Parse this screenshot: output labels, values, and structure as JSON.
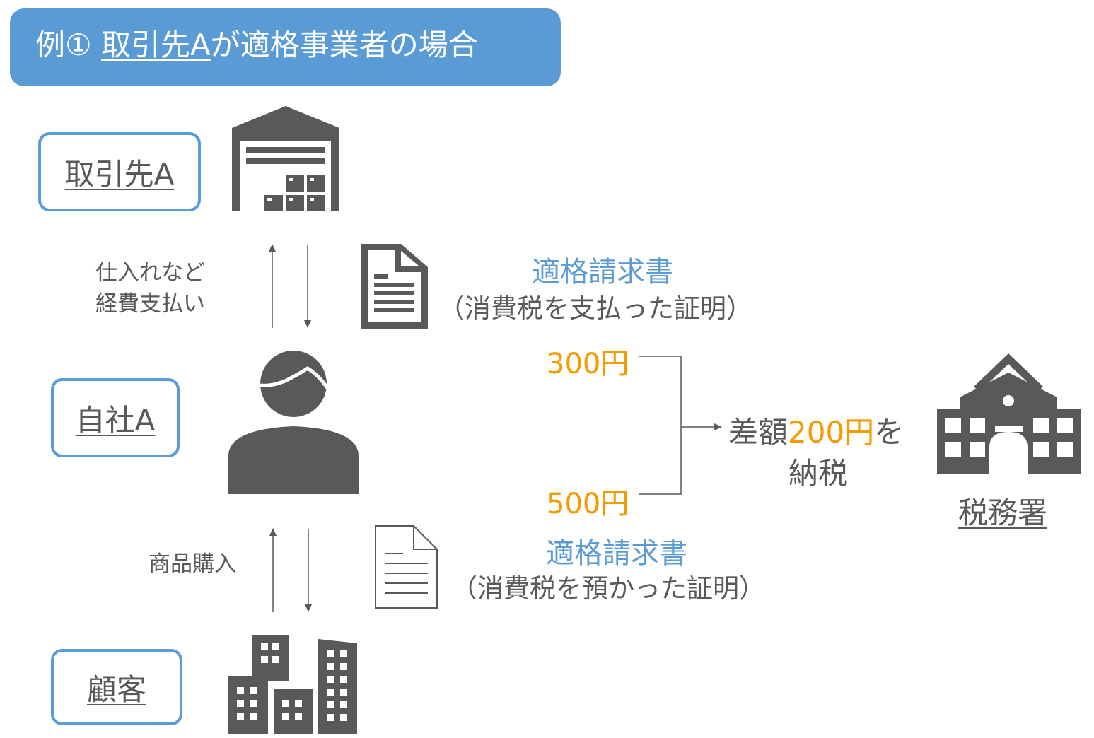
{
  "title": {
    "prefix": "例① ",
    "underlined": "取引先A",
    "suffix": "が適格事業者の場合"
  },
  "entities": {
    "supplier": "取引先A",
    "company": "自社A",
    "customer": "顧客",
    "tax_office": "税務署"
  },
  "upper_flow": {
    "label_line1": "仕入れなど",
    "label_line2": "経費支払い",
    "invoice_title": "適格請求書",
    "invoice_note": "（消費税を支払った証明）",
    "amount": "300円"
  },
  "lower_flow": {
    "label": "商品購入",
    "invoice_title": "適格請求書",
    "invoice_note": "（消費税を預かった証明）",
    "amount": "500円"
  },
  "result": {
    "prefix": "差額",
    "amount": "200円",
    "suffix": "を",
    "line2": "納税"
  },
  "colors": {
    "accent": "#5b9bd5",
    "icon": "#595959",
    "amount": "#f59b00"
  },
  "icons": [
    "warehouse-icon",
    "document-filled-icon",
    "person-icon",
    "document-outline-icon",
    "office-buildings-icon",
    "government-building-icon"
  ]
}
